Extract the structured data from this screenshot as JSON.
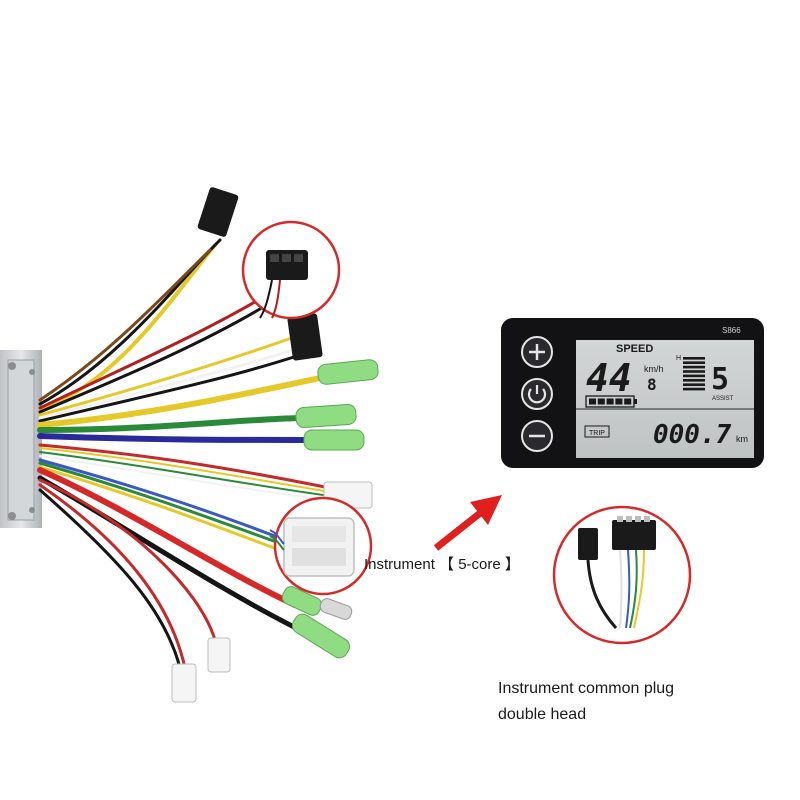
{
  "display": {
    "speed_label": "SPEED",
    "model": "S866",
    "speed_value": "44",
    "speed_unit": "km/h",
    "sub_value": "8",
    "level_flag": "H",
    "assist_level": "5",
    "assist_label": "ASSIST",
    "trip_label": "TRIP",
    "distance_value": "000.7",
    "distance_unit": "km",
    "assist_bars": 8,
    "battery_bars": 5
  },
  "labels": {
    "instrument_5core": "Instrument 【 5-core 】",
    "common_plug_line1": "Instrument common plug",
    "common_plug_line2": "double head"
  },
  "colors": {
    "highlight_circle": "#d42a2a",
    "arrow": "#e0201f",
    "lcd_background": "#c9cdcd",
    "housing": "#121214"
  }
}
